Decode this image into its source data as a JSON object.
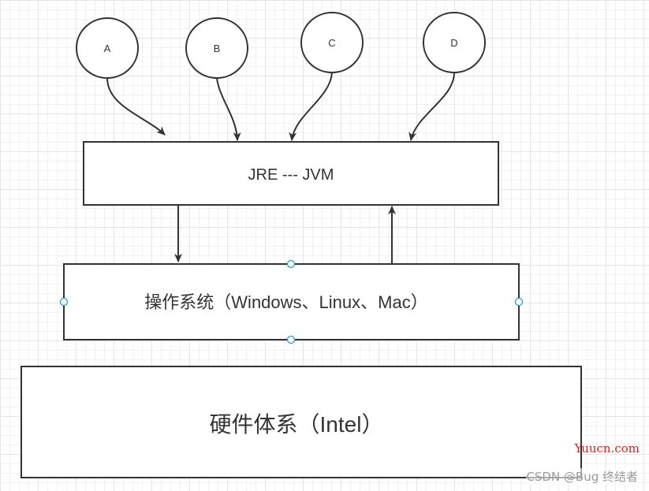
{
  "nodes": {
    "a": "A",
    "b": "B",
    "c": "C",
    "d": "D",
    "jre": "JRE --- JVM",
    "os": "操作系统（Windows、Linux、Mac）",
    "hw": "硬件体系（Intel）"
  },
  "watermarks": {
    "site": "Yuucn.com",
    "author": "CSDN @Bug 终结者"
  },
  "colors": {
    "stroke": "#333333",
    "handle": "#29a0d8",
    "site_mark": "#e02020"
  }
}
